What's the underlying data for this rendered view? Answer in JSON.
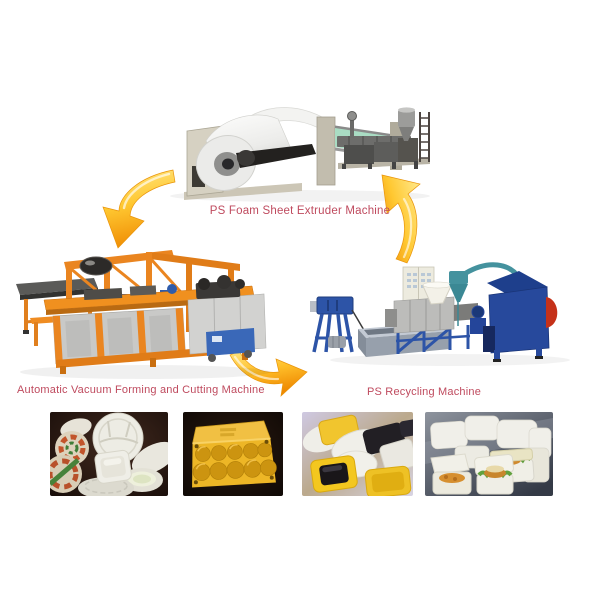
{
  "diagram": {
    "machines": [
      {
        "name": "ps-foam-sheet-extruder-machine",
        "label": "PS Foam Sheet Extruder Machine"
      },
      {
        "name": "automatic-vacuum-forming-and-cutting-machine",
        "label": "Automatic Vacuum Forming and Cutting Machine"
      },
      {
        "name": "ps-recycling-machine",
        "label": "PS Recycling Machine"
      }
    ],
    "arrows": [
      {
        "name": "arrow-extruder-to-forming-icon",
        "direction": "down-left"
      },
      {
        "name": "arrow-forming-to-recycling-icon",
        "direction": "right"
      },
      {
        "name": "arrow-recycling-to-extruder-icon",
        "direction": "up-left"
      }
    ],
    "product_photos": [
      {
        "name": "white-foam-plates-and-bowls-photo"
      },
      {
        "name": "yellow-foam-egg-tray-photo"
      },
      {
        "name": "colored-foam-trays-photo"
      },
      {
        "name": "foam-clamshell-food-containers-photo"
      }
    ],
    "colors": {
      "label_text": "#bf4a5e",
      "arrow_gradient_top": "#ffdf6e",
      "arrow_gradient_bottom": "#f08c00",
      "forming_machine_orange": "#ea8520",
      "recycling_machine_blue": "#2d54a7",
      "crusher_red": "#c53119",
      "cyclone_teal": "#44929e",
      "foam_roll_white": "#ececea",
      "egg_tray_yellow": "#edb626"
    }
  }
}
